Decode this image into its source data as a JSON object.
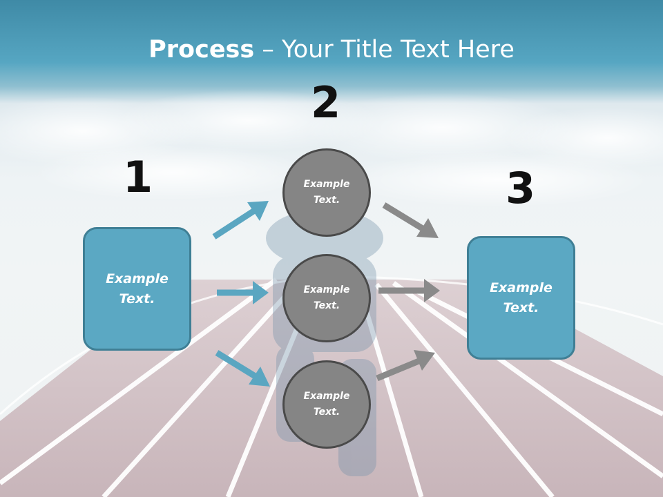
{
  "title": {
    "bold": "Process",
    "rest": " – Your Title Text Here"
  },
  "steps": {
    "one": "1",
    "two": "2",
    "three": "3"
  },
  "left_box": {
    "line1": "Example",
    "line2": "Text."
  },
  "circles": [
    {
      "line1": "Example",
      "line2": "Text."
    },
    {
      "line1": "Example",
      "line2": "Text."
    },
    {
      "line1": "Example",
      "line2": "Text."
    }
  ],
  "right_box": {
    "line1": "Example",
    "line2": "Text."
  },
  "colors": {
    "accent": "#5ba8c3",
    "circle": "#858585",
    "arrow_blue": "#5aa6c1",
    "arrow_gray": "#8a8a8a",
    "track": "#c9b6bc"
  }
}
